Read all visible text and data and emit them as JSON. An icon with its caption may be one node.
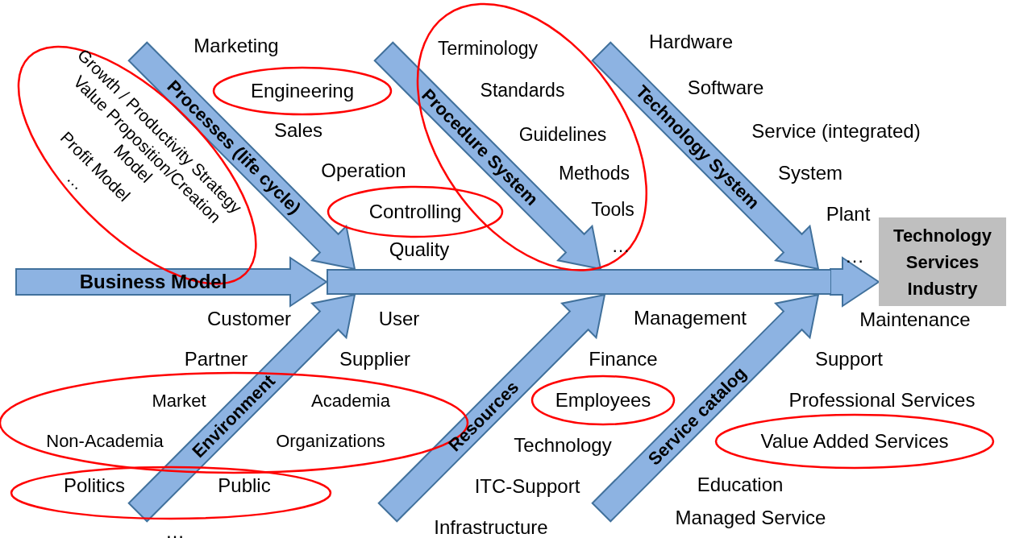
{
  "diagram": {
    "nodes": [
      {
        "text": [
          "Growth / Productivity Strategy",
          "Value Proposition/Creation Model",
          "Profit Model",
          "…"
        ]
      },
      {
        "text": [
          "Engineering"
        ]
      },
      {
        "text": [
          "Terminology",
          "Standards",
          "Guidelines",
          "Methods",
          "Tools",
          "…"
        ]
      },
      {
        "text": [
          "Controlling"
        ]
      },
      {
        "text": [
          "Technology Services Industry"
        ]
      },
      {
        "text": [],
        "shape": "arrow"
      },
      {
        "text": [
          "Market",
          "Academia",
          "Non-Academia",
          "Organizations"
        ]
      },
      {
        "text": [
          "Employees"
        ]
      },
      {
        "text": [
          "Value Added Services"
        ]
      },
      {
        "text": [
          "Politics",
          "Public"
        ]
      }
    ],
    "edges": [
      {
        "from": null,
        "to": 5,
        "arrow": "to",
        "label": "Processes (life cycle)"
      },
      {
        "from": null,
        "to": 5,
        "arrow": "to",
        "label": "Procedure System"
      },
      {
        "from": null,
        "to": 5,
        "arrow": "to",
        "label": "Technology System"
      },
      {
        "from": null,
        "to": 5,
        "arrow": "to",
        "label": "Business Model"
      },
      {
        "from": null,
        "to": 5,
        "arrow": "to",
        "label": "Environment"
      },
      {
        "from": null,
        "to": 5,
        "arrow": "to",
        "label": "Resources"
      },
      {
        "from": null,
        "to": 5,
        "arrow": "to",
        "label": "Service catalog"
      },
      {
        "from": 5,
        "to": 4,
        "arrow": "to"
      }
    ],
    "labels": [
      "Marketing",
      "Hardware",
      "Software",
      "Sales",
      "Service (integrated)",
      "Operation",
      "System",
      "Plant",
      "Quality",
      "…",
      "Customer",
      "User",
      "Management",
      "Maintenance",
      "Partner",
      "Supplier",
      "Finance",
      "Support",
      "Professional Services",
      "Technology",
      "ITC-Support",
      "Education",
      "Managed Service",
      "…",
      "Infrastructure"
    ]
  }
}
